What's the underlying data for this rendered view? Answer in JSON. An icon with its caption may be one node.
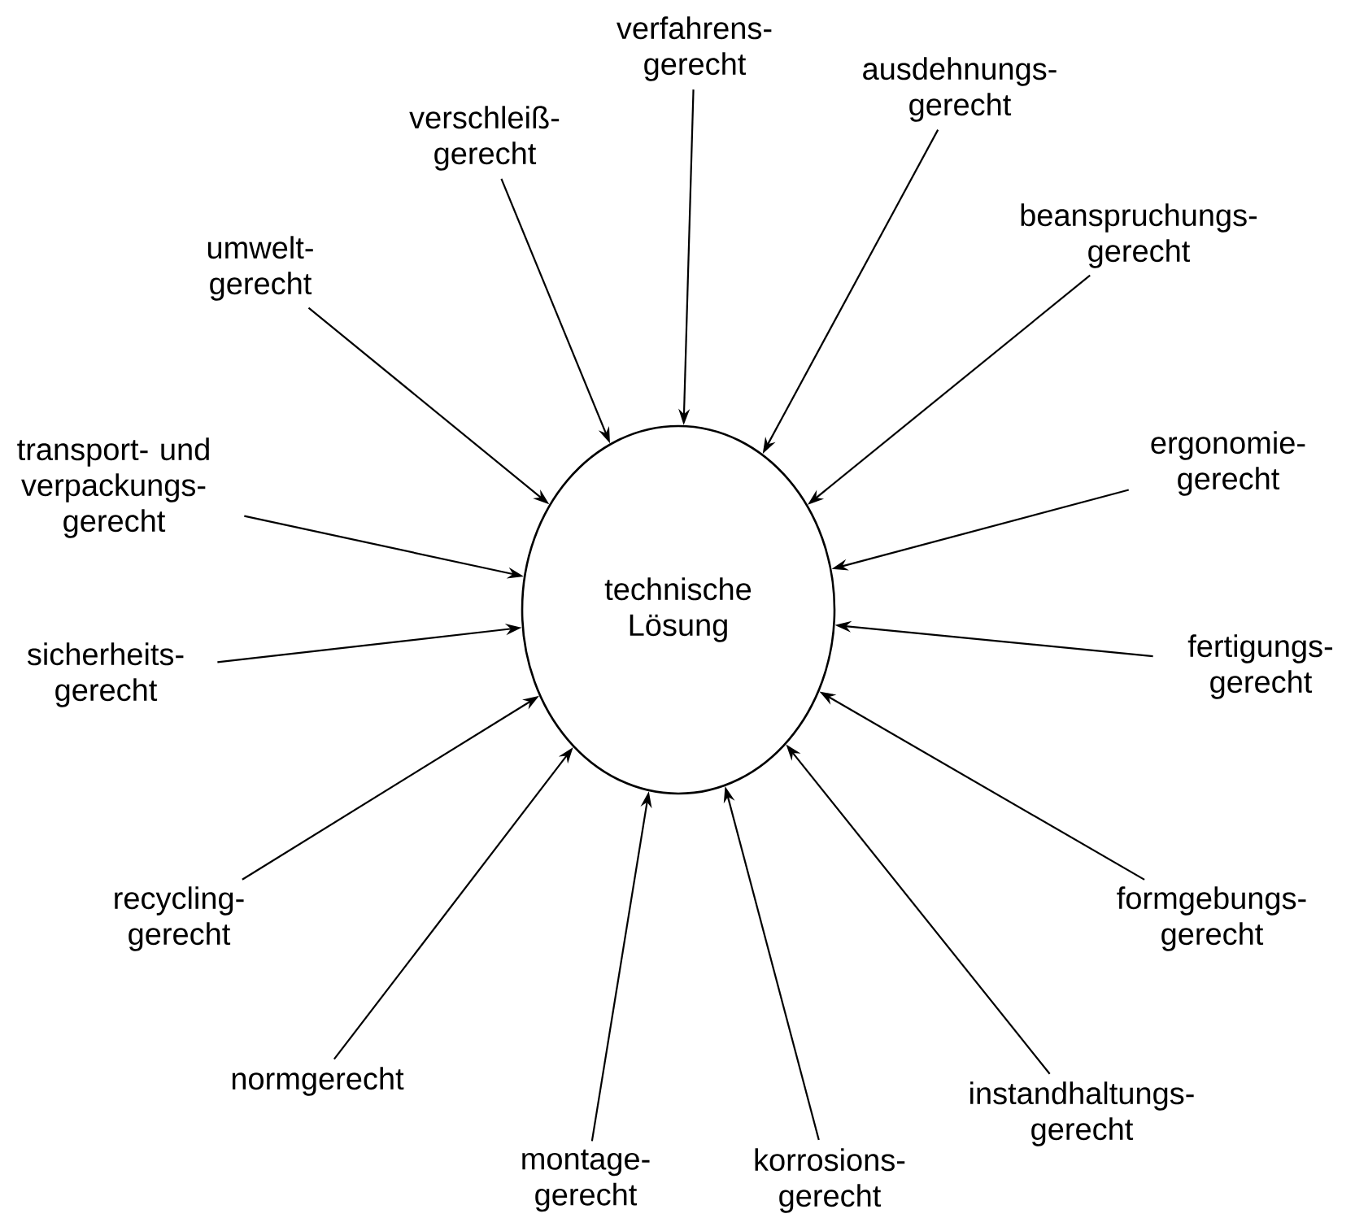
{
  "diagram": {
    "nodes": [
      {
        "text": [
          "technische Lösung"
        ]
      },
      {
        "text": [
          "verfahrens- gerecht"
        ]
      },
      {
        "text": [
          "ausdehnungs- gerecht"
        ]
      },
      {
        "text": [
          "beanspruchungs- gerecht"
        ]
      },
      {
        "text": [
          "ergonomie- gerecht"
        ]
      },
      {
        "text": [
          "fertigungs- gerecht"
        ]
      },
      {
        "text": [
          "formgebungs- gerecht"
        ]
      },
      {
        "text": [
          "instandhaltungs- gerecht"
        ]
      },
      {
        "text": [
          "korrosions- gerecht"
        ]
      },
      {
        "text": [
          "montage- gerecht"
        ]
      },
      {
        "text": [
          "normgerecht"
        ]
      },
      {
        "text": [
          "recycling- gerecht"
        ]
      },
      {
        "text": [
          "sicherheits- gerecht"
        ]
      },
      {
        "text": [
          "transport- und verpackungs- gerecht"
        ]
      },
      {
        "text": [
          "umwelt- gerecht"
        ]
      },
      {
        "text": [
          "verschleiß- gerecht"
        ]
      }
    ],
    "edges": [
      {
        "from": 1,
        "to": 0,
        "arrow": "to"
      },
      {
        "from": 2,
        "to": 0,
        "arrow": "to"
      },
      {
        "from": 3,
        "to": 0,
        "arrow": "to"
      },
      {
        "from": 4,
        "to": 0,
        "arrow": "to"
      },
      {
        "from": 5,
        "to": 0,
        "arrow": "to"
      },
      {
        "from": 6,
        "to": 0,
        "arrow": "to"
      },
      {
        "from": 7,
        "to": 0,
        "arrow": "to"
      },
      {
        "from": 8,
        "to": 0,
        "arrow": "to"
      },
      {
        "from": 9,
        "to": 0,
        "arrow": "to"
      },
      {
        "from": 10,
        "to": 0,
        "arrow": "to"
      },
      {
        "from": 11,
        "to": 0,
        "arrow": "to"
      },
      {
        "from": 12,
        "to": 0,
        "arrow": "to"
      },
      {
        "from": 13,
        "to": 0,
        "arrow": "to"
      },
      {
        "from": 14,
        "to": 0,
        "arrow": "to"
      },
      {
        "from": 15,
        "to": 0,
        "arrow": "to"
      }
    ]
  }
}
